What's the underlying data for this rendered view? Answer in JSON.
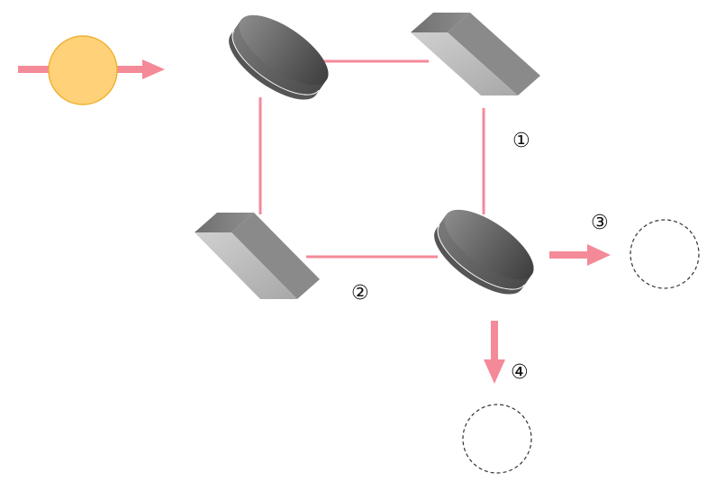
{
  "labels": {
    "one": "①",
    "two": "②",
    "three": "③",
    "four": "④"
  },
  "colors": {
    "beam": "#f48a98",
    "photon_fill": "#ffd27a",
    "photon_stroke": "#f0b030",
    "optic_dark": "#555555",
    "optic_light": "#b8b8b8",
    "detector_stroke": "#333333"
  },
  "components": [
    {
      "id": "photon-source",
      "icon": "sphere"
    },
    {
      "id": "beam-splitter-top-left",
      "icon": "beam-splitter"
    },
    {
      "id": "mirror-top-right",
      "icon": "mirror"
    },
    {
      "id": "mirror-bottom-left",
      "icon": "mirror"
    },
    {
      "id": "beam-splitter-bottom-right",
      "icon": "beam-splitter"
    },
    {
      "id": "detector-right",
      "icon": "dashed-circle"
    },
    {
      "id": "detector-bottom",
      "icon": "dashed-circle"
    }
  ]
}
